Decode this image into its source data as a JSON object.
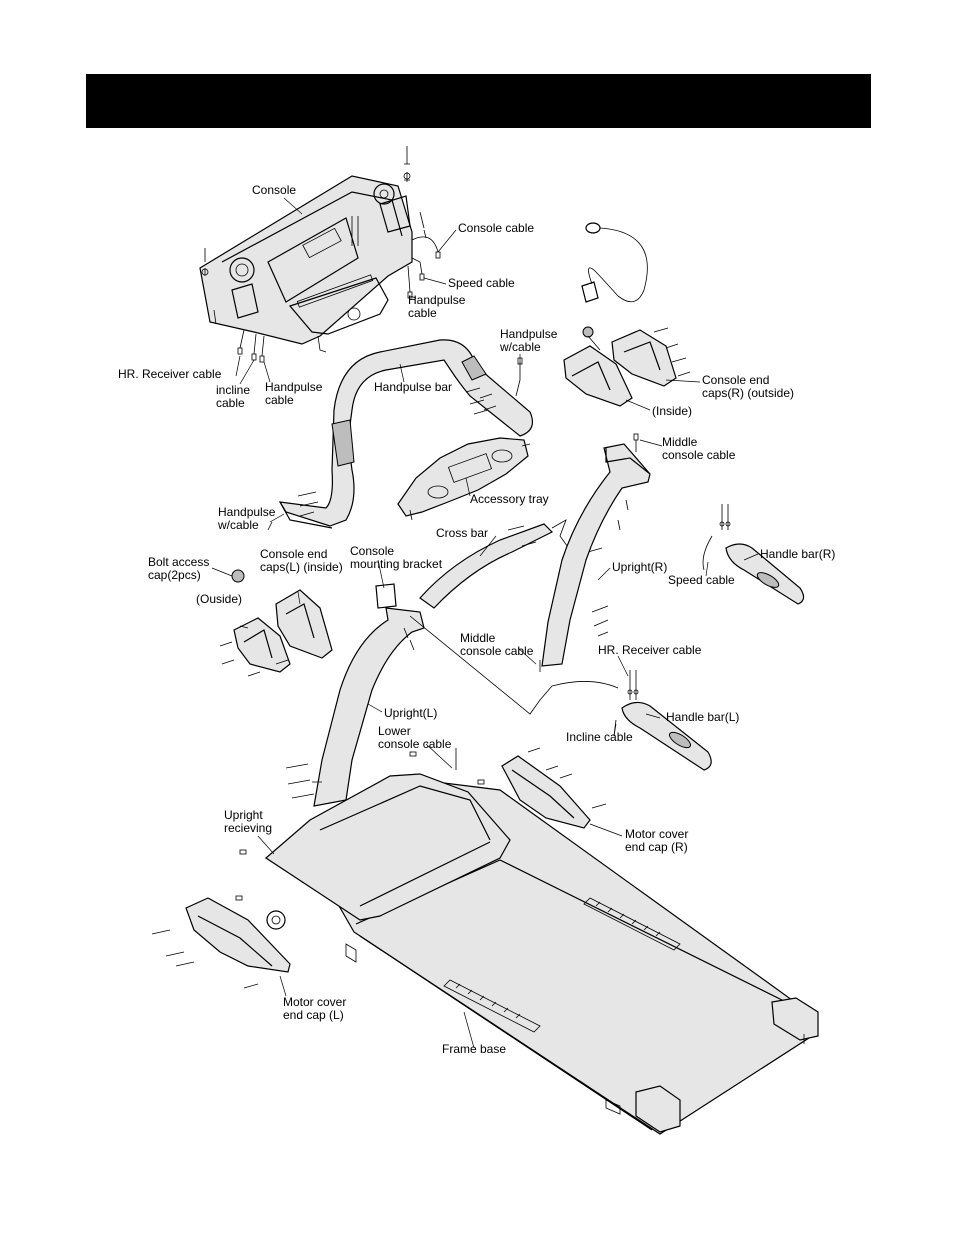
{
  "header": {
    "title": ""
  },
  "labels": {
    "console": "Console",
    "console_cable": "Console cable",
    "speed_cable_top": "Speed cable",
    "handpulse_cable_top": "Handpulse\ncable",
    "handpulse_wcable_right": "Handpulse\nw/cable",
    "hr_receiver_cable_left": "HR. Receiver cable",
    "incline_cable_left": "incline\ncable",
    "handpulse_cable_left": "Handpulse\ncable",
    "handpulse_bar": "Handpulse bar",
    "console_end_caps_r": "Console end\ncaps(R) (outside)",
    "inside_r": "(Inside)",
    "middle_console_cable_top": "Middle\nconsole cable",
    "accessory_tray": "Accessory tray",
    "handpulse_wcable_left": "Handpulse\nw/cable",
    "cross_bar": "Cross bar",
    "upright_r": "Upright(R)",
    "handle_bar_r": "Handle bar(R)",
    "speed_cable_right": "Speed cable",
    "bolt_access_cap": "Bolt access\ncap(2pcs)",
    "console_end_caps_l": "Console end\ncaps(L) (inside)",
    "console_mounting_bracket": "Console\nmounting bracket",
    "outside_l": "(Ouside)",
    "middle_console_cable_mid": "Middle\nconsole cable",
    "hr_receiver_cable_right": "HR. Receiver cable",
    "handle_bar_l": "Handle bar(L)",
    "incline_cable_right": "Incline cable",
    "upright_l": "Upright(L)",
    "lower_console_cable": "Lower\nconsole cable",
    "upright_recieving": "Upright\nrecieving",
    "motor_cover_end_cap_r": "Motor cover\nend cap (R)",
    "motor_cover_end_cap_l": "Motor cover\nend cap (L)",
    "frame_base": "Frame base"
  }
}
